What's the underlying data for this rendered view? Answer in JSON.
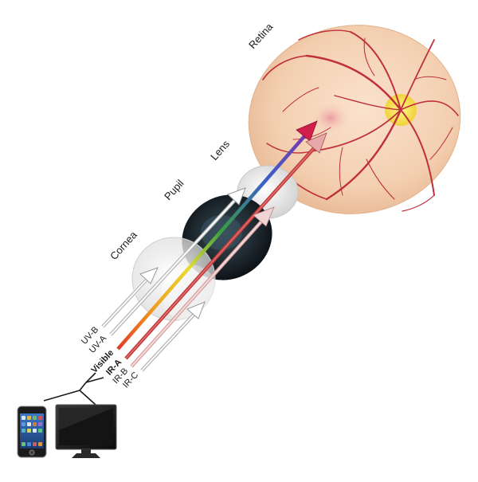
{
  "labels": {
    "retina": "Retina",
    "lens": "Lens",
    "pupil": "Pupil",
    "cornea": "Cornea"
  },
  "rays": [
    {
      "label": "UV-B",
      "bold": false,
      "color": "#bfbfbf"
    },
    {
      "label": "UV-A",
      "bold": false,
      "color": "#bfbfbf"
    },
    {
      "label": "Visible",
      "bold": true,
      "color": "#7b6fd0"
    },
    {
      "label": "IR-A",
      "bold": true,
      "color": "#c23a3a"
    },
    {
      "label": "IR-B",
      "bold": false,
      "color": "#d7a0a0"
    },
    {
      "label": "IR-C",
      "bold": false,
      "color": "#bfbfbf"
    }
  ],
  "colors": {
    "retina_fill": "#f6d6bb",
    "vessel": "#c0303a",
    "macula": "#f0c0c0",
    "optic_disc": "#f3e04a",
    "pupil_dark": "#1e272d"
  },
  "icons": {
    "phone": "smartphone-icon",
    "monitor": "monitor-icon"
  }
}
